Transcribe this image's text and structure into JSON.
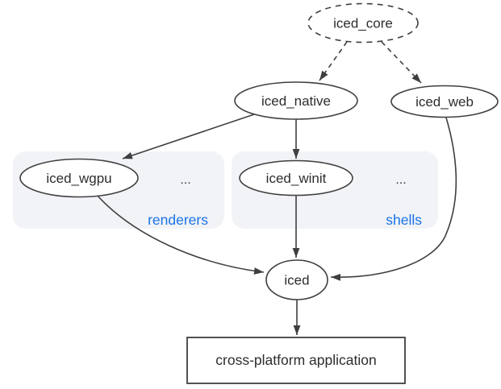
{
  "title": "iced ecosystem architecture diagram",
  "colors": {
    "edge": "#3f3f3f",
    "node_text": "#2d2d2d",
    "group_label": "#1a73e8",
    "group_fill": "#f1f3f6",
    "node_fill": "#ffffff",
    "background": "#ffffff"
  },
  "nodes": {
    "iced_core": {
      "label": "iced_core",
      "shape": "ellipse",
      "border": "dashed"
    },
    "iced_native": {
      "label": "iced_native",
      "shape": "ellipse",
      "border": "solid"
    },
    "iced_web": {
      "label": "iced_web",
      "shape": "ellipse",
      "border": "solid"
    },
    "iced_wgpu": {
      "label": "iced_wgpu",
      "shape": "ellipse",
      "border": "solid"
    },
    "iced_winit": {
      "label": "iced_winit",
      "shape": "ellipse",
      "border": "solid"
    },
    "iced": {
      "label": "iced",
      "shape": "ellipse",
      "border": "solid"
    },
    "application": {
      "label": "cross-platform application",
      "shape": "rectangle",
      "border": "solid"
    }
  },
  "groups": {
    "renderers": {
      "label": "renderers",
      "ellipsis": "...",
      "members": [
        "iced_wgpu"
      ]
    },
    "shells": {
      "label": "shells",
      "ellipsis": "...",
      "members": [
        "iced_winit"
      ]
    }
  },
  "edges": [
    {
      "from": "iced_core",
      "to": "iced_native",
      "style": "dashed"
    },
    {
      "from": "iced_core",
      "to": "iced_web",
      "style": "dashed"
    },
    {
      "from": "iced_native",
      "to": "iced_wgpu",
      "style": "solid"
    },
    {
      "from": "iced_native",
      "to": "iced_winit",
      "style": "solid"
    },
    {
      "from": "iced_winit",
      "to": "iced",
      "style": "solid"
    },
    {
      "from": "iced_wgpu",
      "to": "iced",
      "style": "solid"
    },
    {
      "from": "iced_web",
      "to": "iced",
      "style": "solid"
    },
    {
      "from": "iced",
      "to": "application",
      "style": "solid"
    }
  ]
}
